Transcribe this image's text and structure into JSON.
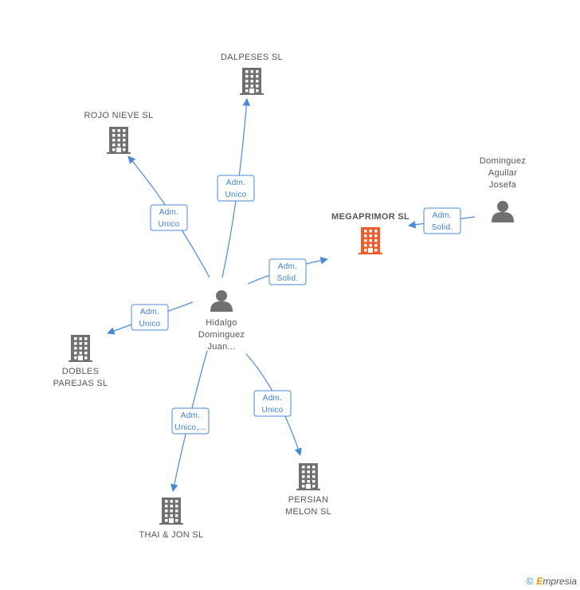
{
  "colors": {
    "company": "#707070",
    "company_main": "#f05a28",
    "person": "#707070",
    "edge": "#4a89d8",
    "label_text": "#555555"
  },
  "nodes": [
    {
      "id": "dalpeses",
      "type": "company",
      "label_lines": [
        "DALPESES SL"
      ]
    },
    {
      "id": "rojo",
      "type": "company",
      "label_lines": [
        "ROJO NIEVE SL"
      ]
    },
    {
      "id": "megaprimor",
      "type": "company_main",
      "label_lines": [
        "MEGAPRIMOR SL"
      ]
    },
    {
      "id": "aguilar",
      "type": "person",
      "label_lines": [
        "Dominguez",
        "Aguilar",
        "Josefa"
      ]
    },
    {
      "id": "hidalgo",
      "type": "person",
      "label_lines": [
        "Hidalgo",
        "Dominguez",
        "Juan..."
      ]
    },
    {
      "id": "dobles",
      "type": "company",
      "label_lines": [
        "DOBLES",
        "PAREJAS SL"
      ]
    },
    {
      "id": "thai",
      "type": "company",
      "label_lines": [
        "THAI & JON SL"
      ]
    },
    {
      "id": "persian",
      "type": "company",
      "label_lines": [
        "PERSIAN",
        "MELON SL"
      ]
    }
  ],
  "edges": [
    {
      "from": "hidalgo",
      "to": "dalpeses",
      "label_lines": [
        "Adm.",
        "Unico"
      ]
    },
    {
      "from": "hidalgo",
      "to": "rojo",
      "label_lines": [
        "Adm.",
        "Unico"
      ]
    },
    {
      "from": "hidalgo",
      "to": "megaprimor",
      "label_lines": [
        "Adm.",
        "Solid."
      ]
    },
    {
      "from": "aguilar",
      "to": "megaprimor",
      "label_lines": [
        "Adm.",
        "Solid."
      ]
    },
    {
      "from": "hidalgo",
      "to": "dobles",
      "label_lines": [
        "Adm.",
        "Unico"
      ]
    },
    {
      "from": "hidalgo",
      "to": "thai",
      "label_lines": [
        "Adm.",
        "Unico,..."
      ]
    },
    {
      "from": "hidalgo",
      "to": "persian",
      "label_lines": [
        "Adm.",
        "Unico"
      ]
    }
  ],
  "footer": {
    "copyright_symbol": "©",
    "brand_initial": "E",
    "brand_rest": "mpresia"
  }
}
